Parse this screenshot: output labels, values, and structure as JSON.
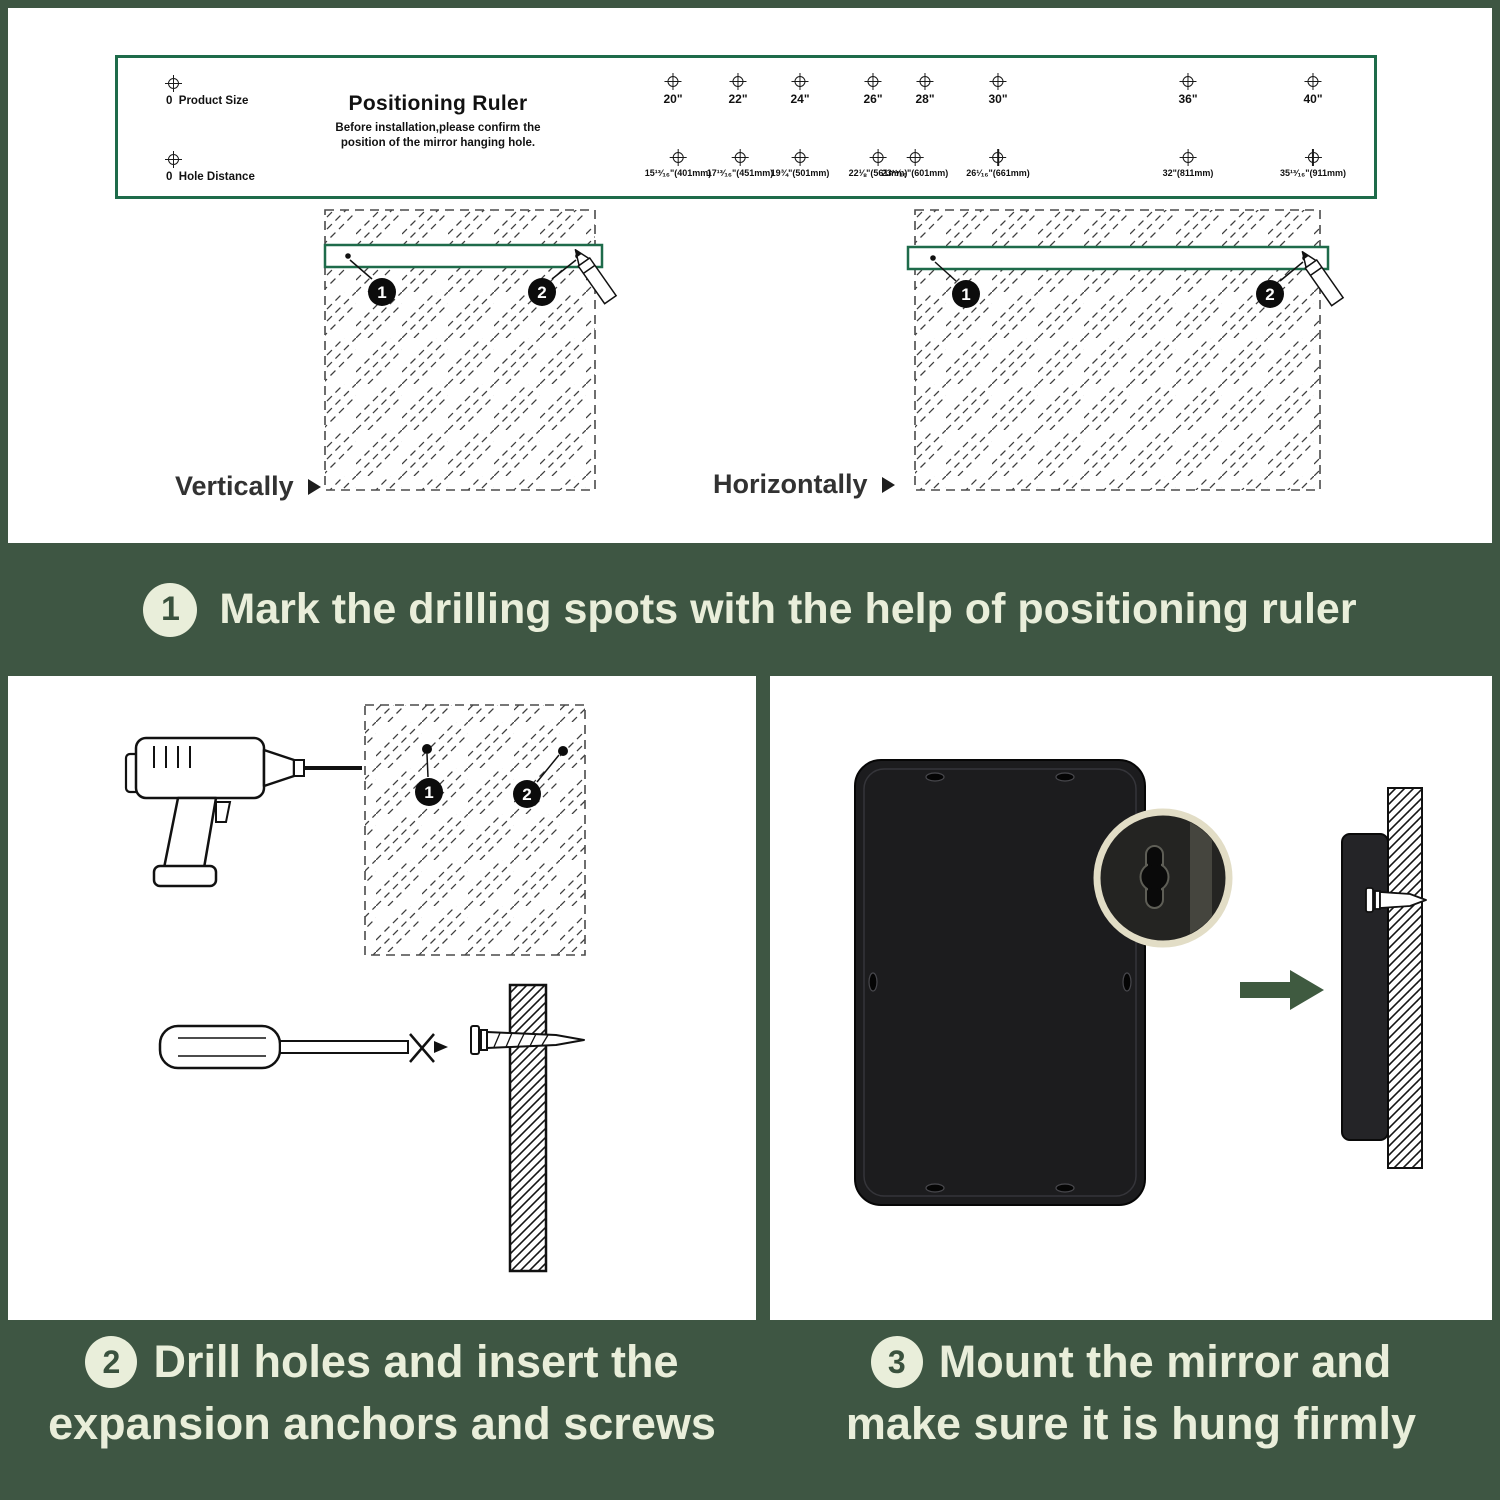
{
  "colors": {
    "background_green": "#3e5643",
    "panel_white": "#ffffff",
    "text_cream": "#e9eeda",
    "ruler_green": "#1e6b4a",
    "ink_black": "#111111"
  },
  "positioning_ruler": {
    "title": "Positioning Ruler",
    "subtitle_line1": "Before installation,please confirm the",
    "subtitle_line2": "position of the mirror hanging hole.",
    "product_size_label": "0  Product Size",
    "hole_distance_label": "0  Hole Distance",
    "sizes": [
      "20\"",
      "22\"",
      "24\"",
      "26\"",
      "28\"",
      "30\"",
      "36\"",
      "40\""
    ],
    "hole_distances": [
      "15¹³⁄₁₆\"(401mm)",
      "17¹³⁄₁₆\"(451mm)",
      "19¾\"(501mm)",
      "22⅛\"(561mm)",
      "23¹¹⁄₁₆\"(601mm)",
      "26¹⁄₁₆\"(661mm)",
      "32\"(811mm)",
      "35¹³⁄₁₆\"(911mm)"
    ]
  },
  "orientation_labels": {
    "vertical": "Vertically",
    "horizontal": "Horizontally"
  },
  "markers": {
    "one": "1",
    "two": "2"
  },
  "steps": {
    "one": {
      "num": "1",
      "text": "Mark the drilling spots with the help of positioning ruler"
    },
    "two": {
      "num": "2",
      "line1": "Drill holes and insert the",
      "line2": "expansion anchors and screws"
    },
    "three": {
      "num": "3",
      "line1": "Mount the mirror and",
      "line2": "make sure it is hung firmly"
    }
  }
}
